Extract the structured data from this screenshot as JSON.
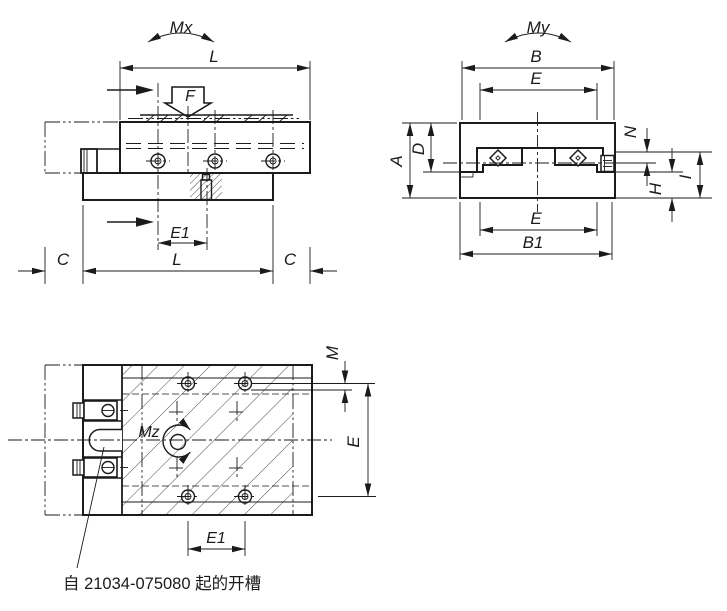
{
  "colors": {
    "line": "#1b1b1b",
    "background": "#ffffff"
  },
  "side_view": {
    "moment_label": "Mx",
    "force_label": "F",
    "dim_length_top": "L",
    "dim_e1": "E1",
    "dim_c_left": "C",
    "dim_length_bottom": "L",
    "dim_c_right": "C"
  },
  "section_view": {
    "moment_label": "My",
    "dim_b": "B",
    "dim_e_top": "E",
    "dim_a": "A",
    "dim_d": "D",
    "dim_n": "N",
    "dim_h": "H",
    "dim_i": "I",
    "dim_e_bottom": "E",
    "dim_b1": "B1"
  },
  "plan_view": {
    "moment_label": "Mz",
    "dim_m": "M",
    "dim_e": "E",
    "dim_e1": "E1",
    "note": "自 21034-075080 起的开槽"
  }
}
